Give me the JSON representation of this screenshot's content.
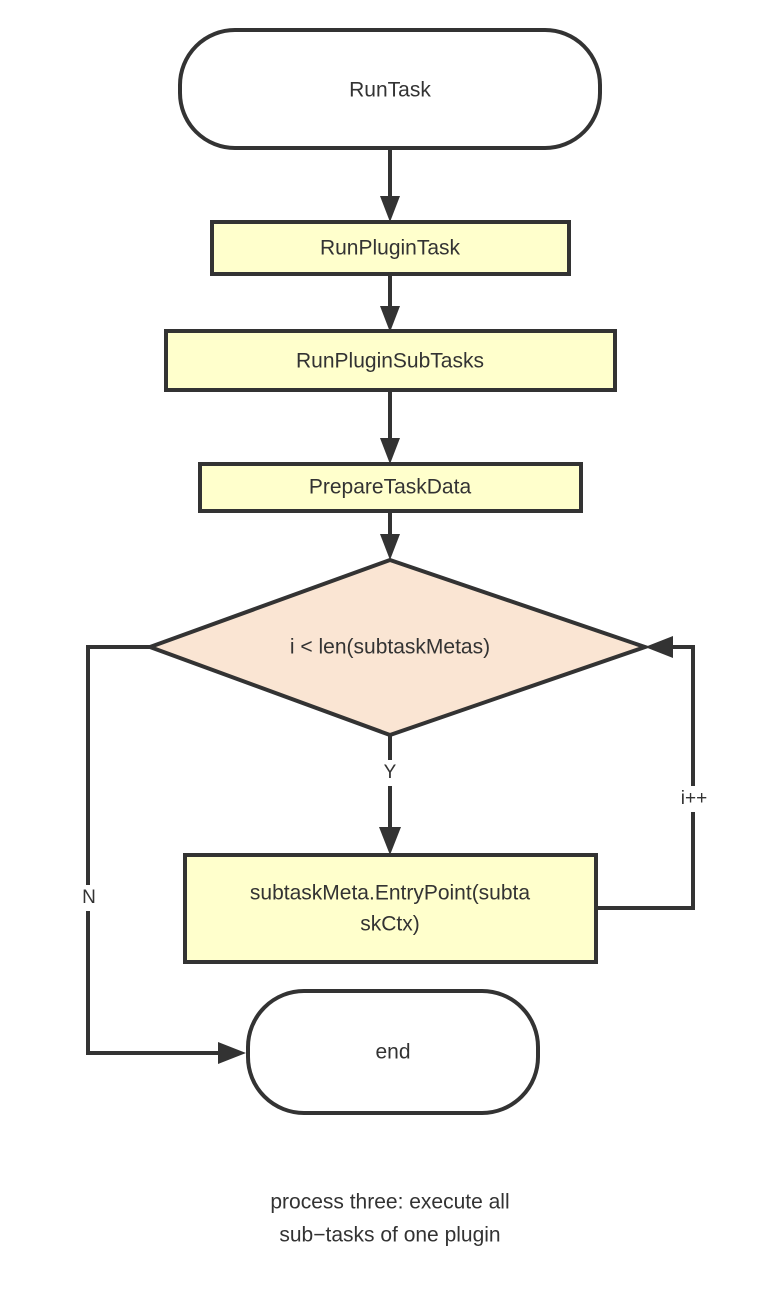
{
  "diagram": {
    "type": "flowchart",
    "title": "process three: execute all sub−tasks of one plugin",
    "background_color": "#ffffff",
    "stroke_color": "#333333",
    "process_fill_color": "#FFFFCC",
    "decision_fill_color": "#FAE5D3",
    "terminator_fill_color": "#ffffff",
    "nodes": [
      {
        "id": "start",
        "shape": "terminator",
        "label": "RunTask"
      },
      {
        "id": "run_plugin_task",
        "shape": "process",
        "label": "RunPluginTask"
      },
      {
        "id": "run_plugin_subtasks",
        "shape": "process",
        "label": "RunPluginSubTasks"
      },
      {
        "id": "prepare_task_data",
        "shape": "process",
        "label": "PrepareTaskData"
      },
      {
        "id": "loop_condition",
        "shape": "decision",
        "label": "i < len(subtaskMetas)"
      },
      {
        "id": "entry_point",
        "shape": "process",
        "label_line1": "subtaskMeta.EntryPoint(subta",
        "label_line2": "skCtx)"
      },
      {
        "id": "end",
        "shape": "terminator",
        "label": "end"
      }
    ],
    "edges": [
      {
        "from": "start",
        "to": "run_plugin_task",
        "label": ""
      },
      {
        "from": "run_plugin_task",
        "to": "run_plugin_subtasks",
        "label": ""
      },
      {
        "from": "run_plugin_subtasks",
        "to": "prepare_task_data",
        "label": ""
      },
      {
        "from": "prepare_task_data",
        "to": "loop_condition",
        "label": ""
      },
      {
        "from": "loop_condition",
        "to": "entry_point",
        "label": "Y"
      },
      {
        "from": "loop_condition",
        "to": "end",
        "label": "N"
      },
      {
        "from": "entry_point",
        "to": "loop_condition",
        "label": "i++"
      }
    ]
  },
  "caption": {
    "line1": "process three: execute all",
    "line2": "sub−tasks of one plugin"
  }
}
